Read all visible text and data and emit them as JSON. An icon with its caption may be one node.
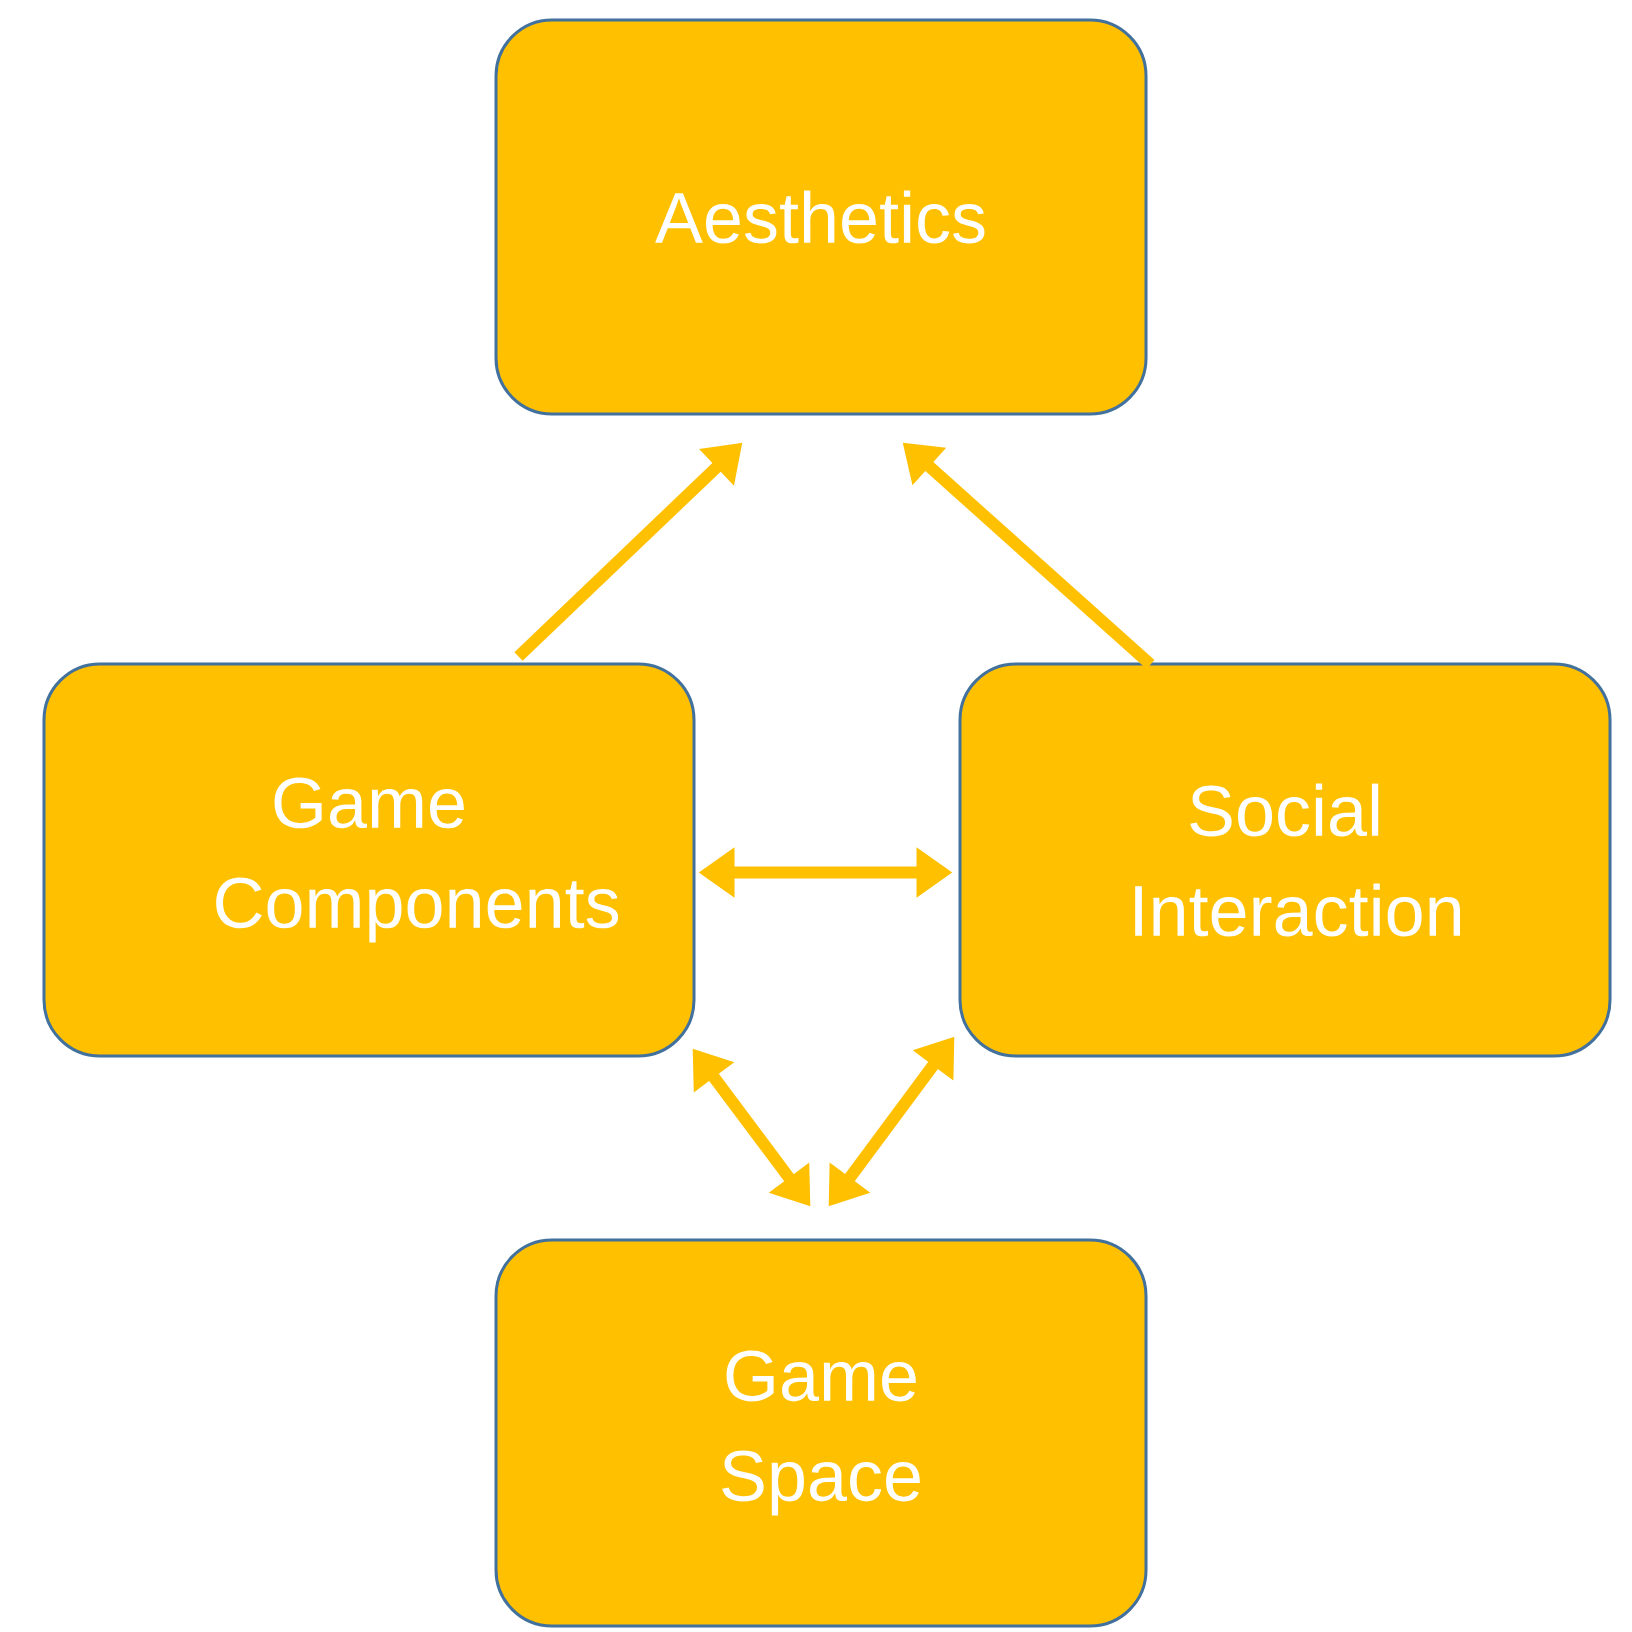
{
  "diagram": {
    "nodes": [
      {
        "text": [
          "Aesthetics"
        ]
      },
      {
        "text": [
          "Game Components"
        ]
      },
      {
        "text": [
          "Social Interaction"
        ]
      },
      {
        "text": [
          "Game Space"
        ]
      }
    ],
    "edges": [
      {
        "from": 1,
        "to": 0,
        "arrow": "to"
      },
      {
        "from": 2,
        "to": 0,
        "arrow": "to"
      },
      {
        "from": 1,
        "to": 2,
        "arrow": "both"
      },
      {
        "from": 1,
        "to": 3,
        "arrow": "both"
      },
      {
        "from": 2,
        "to": 3,
        "arrow": "both"
      }
    ]
  }
}
